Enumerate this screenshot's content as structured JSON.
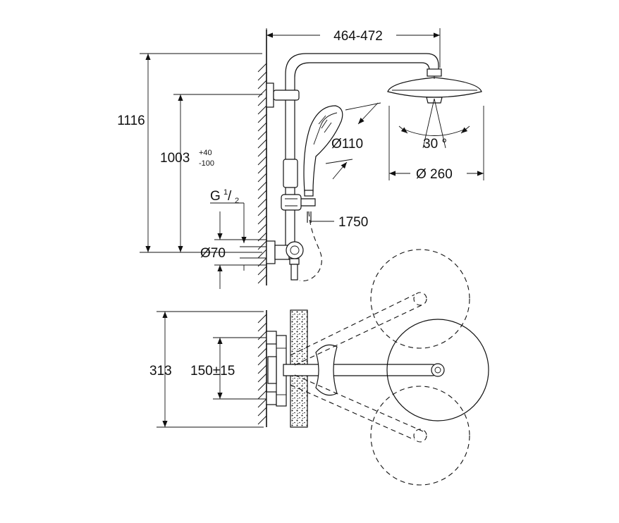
{
  "dimensions": {
    "arm_length": "464-472",
    "total_height": "1116",
    "slide_height": "1003",
    "slide_tol_plus": "+40",
    "slide_tol_minus": "-100",
    "thread_g": "G",
    "thread_num": "1",
    "thread_den": "2",
    "flange_diameter": "Ø70",
    "hand_shower_diameter": "Ø110",
    "hose_length": "1750",
    "head_tilt": "30 °",
    "head_diameter": "Ø 260",
    "plan_depth": "313",
    "centres": "150±15"
  },
  "colors": {
    "line": "#111111",
    "background": "#ffffff"
  }
}
